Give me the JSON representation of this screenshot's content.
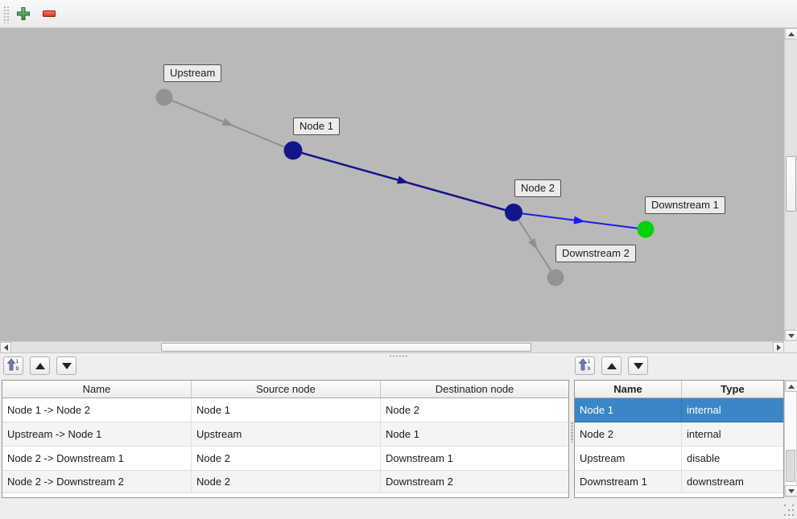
{
  "window": {
    "background": "#efeeec"
  },
  "toolbar": {
    "buttons": [
      {
        "name": "add",
        "icon": "plus-icon",
        "color": "#3a9e4c"
      },
      {
        "name": "remove",
        "icon": "minus-icon",
        "color": "#e8392a"
      }
    ]
  },
  "graph": {
    "canvas_color": "#b9b9b9",
    "nodes": [
      {
        "label": "Upstream",
        "color": "#939393"
      },
      {
        "label": "Node 1",
        "color": "#15158a"
      },
      {
        "label": "Node 2",
        "color": "#15158a"
      },
      {
        "label": "Downstream 1",
        "color": "#00d20a"
      },
      {
        "label": "Downstream 2",
        "color": "#939393"
      }
    ],
    "edges": [
      {
        "name": "Upstream -> Node 1",
        "color": "#8f8f8f"
      },
      {
        "name": "Node 1 -> Node 2",
        "color": "#14148c"
      },
      {
        "name": "Node 2 -> Downstream 1",
        "color": "#1b1bf0"
      },
      {
        "name": "Node 2 -> Downstream 2",
        "color": "#8f8f8f"
      }
    ]
  },
  "mini_toolbar": {
    "icons": [
      "sort-ascending-icon",
      "move-up-icon",
      "move-down-icon"
    ]
  },
  "left_table": {
    "headers": [
      "Name",
      "Source node",
      "Destination node"
    ],
    "rows": [
      [
        "Node 1 -> Node 2",
        "Node 1",
        "Node 2"
      ],
      [
        "Upstream -> Node 1",
        "Upstream",
        "Node 1"
      ],
      [
        "Node 2 -> Downstream 1",
        "Node 2",
        "Downstream 1"
      ],
      [
        "Node 2 -> Downstream 2",
        "Node 2",
        "Downstream 2"
      ]
    ]
  },
  "right_table": {
    "headers": [
      "Name",
      "Type"
    ],
    "rows": [
      [
        "Node 1",
        "internal"
      ],
      [
        "Node 2",
        "internal"
      ],
      [
        "Upstream",
        "disable"
      ],
      [
        "Downstream 1",
        "downstream"
      ]
    ],
    "selected_row_index": 0,
    "selection_color": "#3b86c6"
  }
}
